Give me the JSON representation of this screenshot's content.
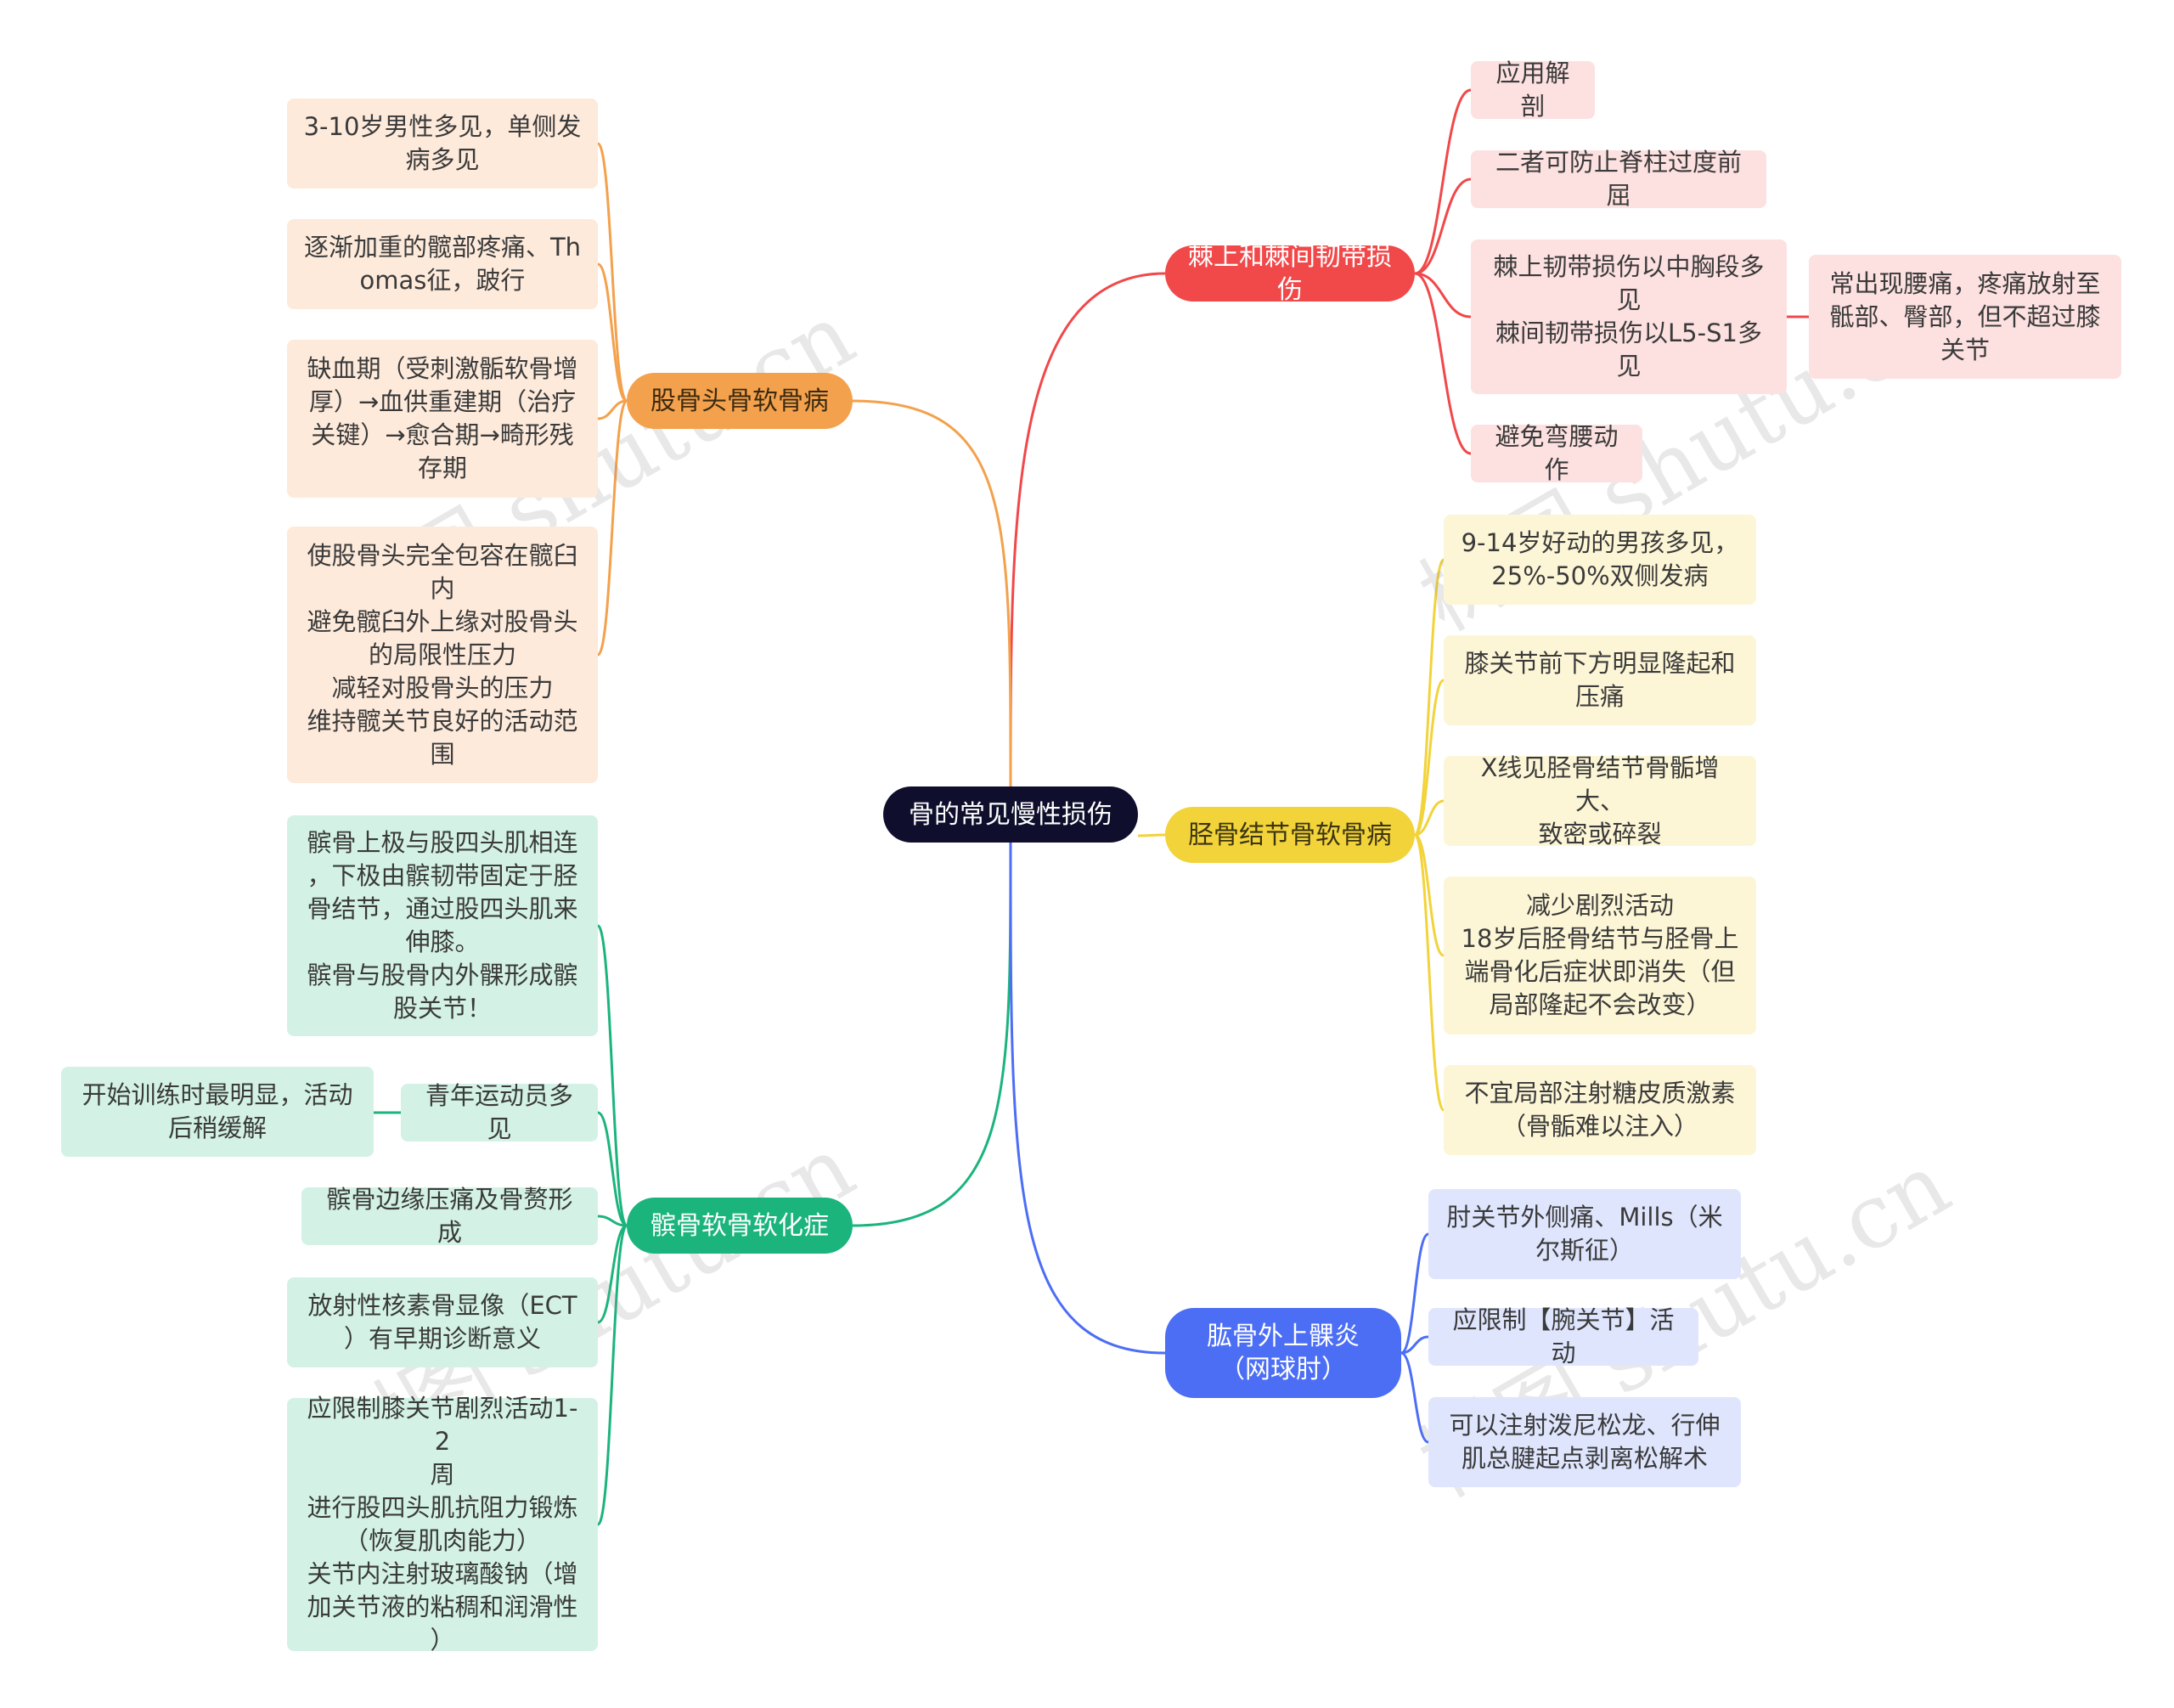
{
  "root": {
    "label": "骨的常见慢性损伤"
  },
  "branches": {
    "red": {
      "label": "棘上和棘间韧带损伤",
      "color": "#f1484a",
      "items": [
        "应用解剖",
        "二者可防止脊柱过度前屈",
        "棘上韧带损伤以中胸段多\n见\n棘间韧带损伤以L5-S1多\n见",
        "避免弯腰动作"
      ],
      "sub": "常出现腰痛，疼痛放射至\n骶部、臀部，但不超过膝\n关节"
    },
    "orange": {
      "label": "股骨头骨软骨病",
      "color": "#f3a14c",
      "items": [
        "3-10岁男性多见，单侧发\n病多见",
        "逐渐加重的髋部疼痛、Th\nomas征，跛行",
        "缺血期（受刺激骺软骨增\n厚）→血供重建期（治疗\n关键）→愈合期→畸形残\n存期",
        "使股骨头完全包容在髋臼\n内\n避免髋臼外上缘对股骨头\n的局限性压力\n减轻对股骨头的压力\n维持髋关节良好的活动范\n围"
      ]
    },
    "yellow": {
      "label": "胫骨结节骨软骨病",
      "color": "#f2d33a",
      "items": [
        "9-14岁好动的男孩多见，\n25%-50%双侧发病",
        "膝关节前下方明显隆起和\n压痛",
        "X线见胫骨结节骨骺增大、\n致密或碎裂",
        "减少剧烈活动\n18岁后胫骨结节与胫骨上\n端骨化后症状即消失（但\n局部隆起不会改变）",
        "不宜局部注射糖皮质激素\n（骨骺难以注入）"
      ]
    },
    "green": {
      "label": "髌骨软骨软化症",
      "color": "#1bb47d",
      "items": [
        "髌骨上极与股四头肌相连\n，下极由髌韧带固定于胫\n骨结节，通过股四头肌来\n伸膝。\n髌骨与股骨内外髁形成髌\n股关节！",
        "青年运动员多见",
        "髌骨边缘压痛及骨赘形成",
        "放射性核素骨显像（ECT\n）有早期诊断意义",
        "应限制膝关节剧烈活动1-2\n周\n进行股四头肌抗阻力锻炼\n（恢复肌肉能力）\n关节内注射玻璃酸钠（增\n加关节液的粘稠和润滑性\n）"
      ],
      "sub": "开始训练时最明显，活动\n后稍缓解"
    },
    "blue": {
      "label": "肱骨外上髁炎\n（网球肘）",
      "color": "#4c6ef5",
      "items": [
        "肘关节外侧痛、Mills（米\n尔斯征）",
        "应限制【腕关节】活动",
        "可以注射泼尼松龙、行伸\n肌总腱起点剥离松解术"
      ]
    }
  },
  "watermark": "树图 shutu.cn"
}
